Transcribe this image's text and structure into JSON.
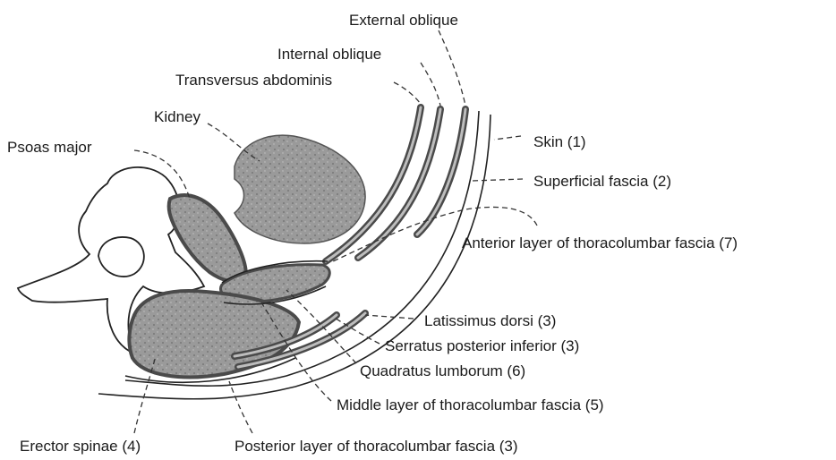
{
  "labels": {
    "external_oblique": "External oblique",
    "internal_oblique": "Internal oblique",
    "transversus_abdominis": "Transversus abdominis",
    "kidney": "Kidney",
    "psoas_major": "Psoas major",
    "skin": "Skin (1)",
    "superficial_fascia": "Superficial fascia (2)",
    "anterior_layer": "Anterior layer of thoracolumbar fascia (7)",
    "latissimus_dorsi": "Latissimus dorsi (3)",
    "serratus_posterior_inferior": "Serratus posterior inferior (3)",
    "quadratus_lumborum": "Quadratus lumborum (6)",
    "middle_layer": "Middle layer of thoracolumbar fascia (5)",
    "erector_spinae": "Erector spinae (4)",
    "posterior_layer": "Posterior layer of thoracolumbar fascia (3)"
  }
}
